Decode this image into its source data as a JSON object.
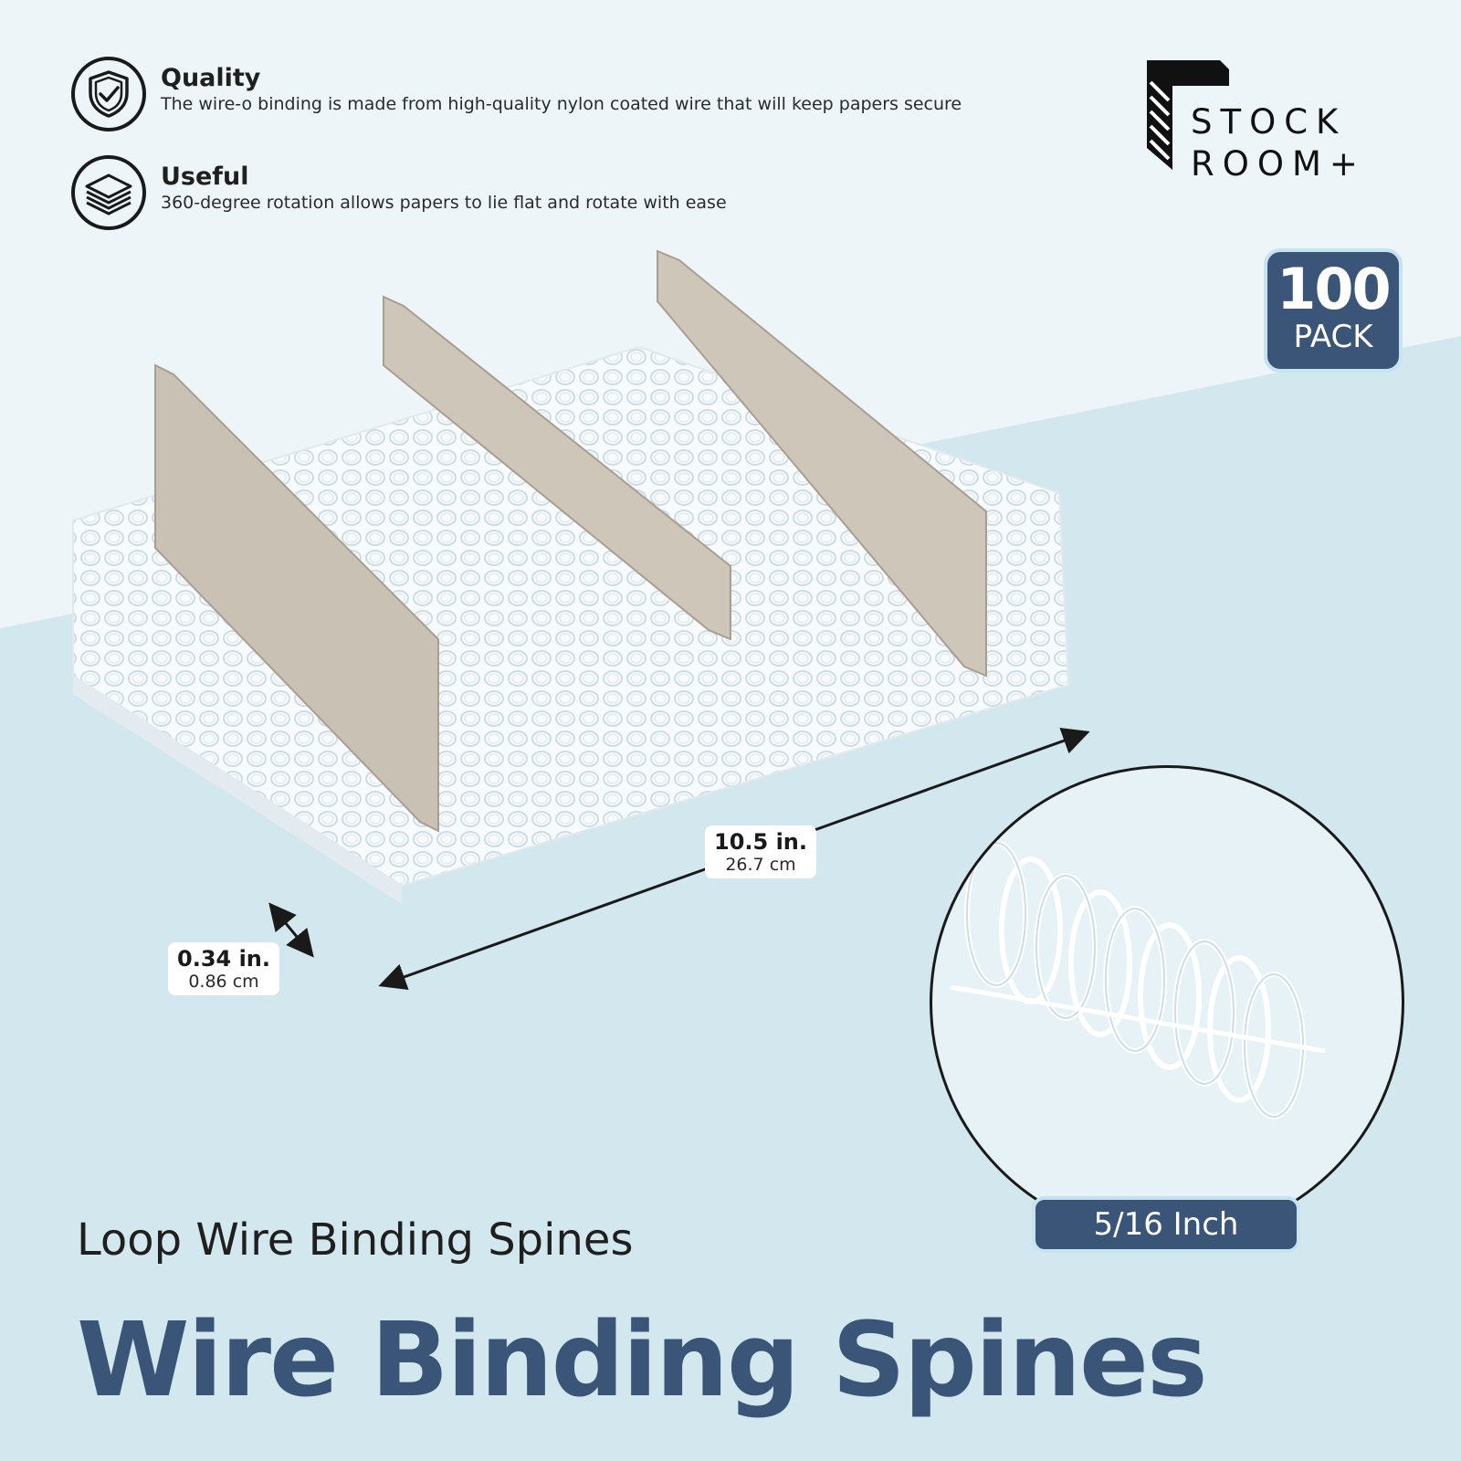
{
  "features": [
    {
      "icon": "shield-check-icon",
      "title": "Quality",
      "description": "The wire-o binding is made from high-quality nylon coated wire that will keep papers secure"
    },
    {
      "icon": "stack-layers-icon",
      "title": "Useful",
      "description": "360-degree rotation allows papers to lie flat and rotate with ease"
    }
  ],
  "brand": {
    "line1": "STOCK",
    "line2": "ROOM+"
  },
  "pack": {
    "count": "100",
    "unit": "PACK"
  },
  "dimensions": {
    "length": {
      "imperial": "10.5 in.",
      "metric": "26.7 cm"
    },
    "width": {
      "imperial": "0.34 in.",
      "metric": "0.86 cm"
    }
  },
  "size_label": "5/16 Inch",
  "subtitle": "Loop Wire Binding Spines",
  "headline": "Wire Binding Spines",
  "colors": {
    "accent_navy": "#3a5578",
    "background_light": "#eef5f9",
    "background_blue": "#d3e8ee"
  }
}
